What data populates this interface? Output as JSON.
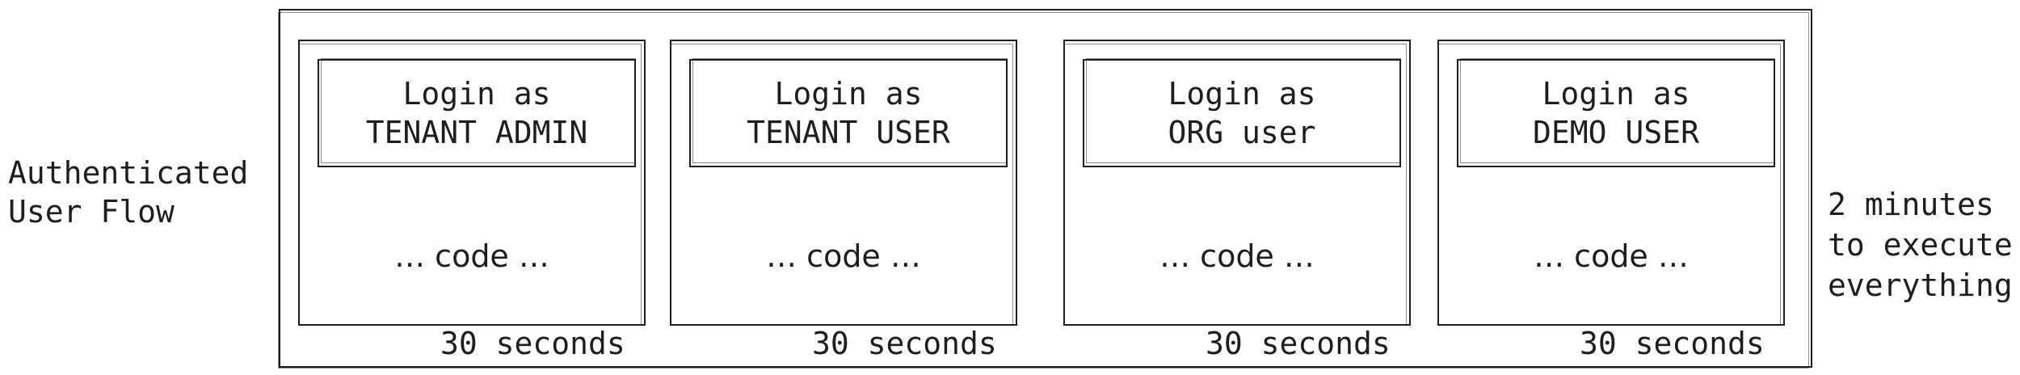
{
  "left_label": "Authenticated\nUser Flow",
  "right_label": "2 minutes\nto execute\neverything",
  "cards": [
    {
      "login": "Login as\nTENANT ADMIN",
      "code": "… code …",
      "time": "30 seconds"
    },
    {
      "login": "Login as\nTENANT USER",
      "code": "… code …",
      "time": "30 seconds"
    },
    {
      "login": "Login as\nORG user",
      "code": "… code …",
      "time": "30 seconds"
    },
    {
      "login": "Login as\nDEMO USER",
      "code": "… code …",
      "time": "30 seconds"
    }
  ]
}
